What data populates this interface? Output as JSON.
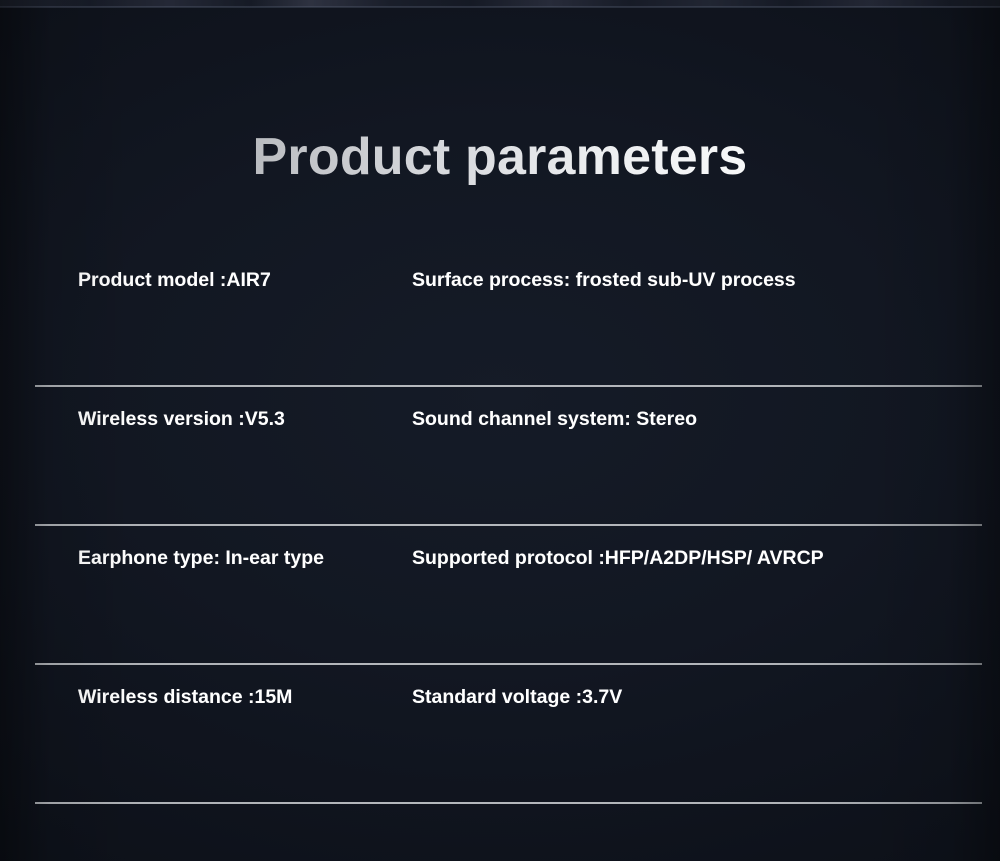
{
  "page": {
    "title": "Product parameters",
    "background_color": "#111620",
    "text_color": "#ffffff",
    "divider_color": "#c0c3c7"
  },
  "spec_table": {
    "rows": [
      {
        "left": "Product model :AIR7",
        "right": "Surface process: frosted sub-UV process"
      },
      {
        "left": "Wireless version :V5.3",
        "right": "Sound channel system: Stereo"
      },
      {
        "left": "Earphone type: In-ear type",
        "right": "Supported protocol :HFP/A2DP/HSP/ AVRCP"
      },
      {
        "left": "Wireless distance :15M",
        "right": "Standard voltage :3.7V"
      }
    ]
  }
}
